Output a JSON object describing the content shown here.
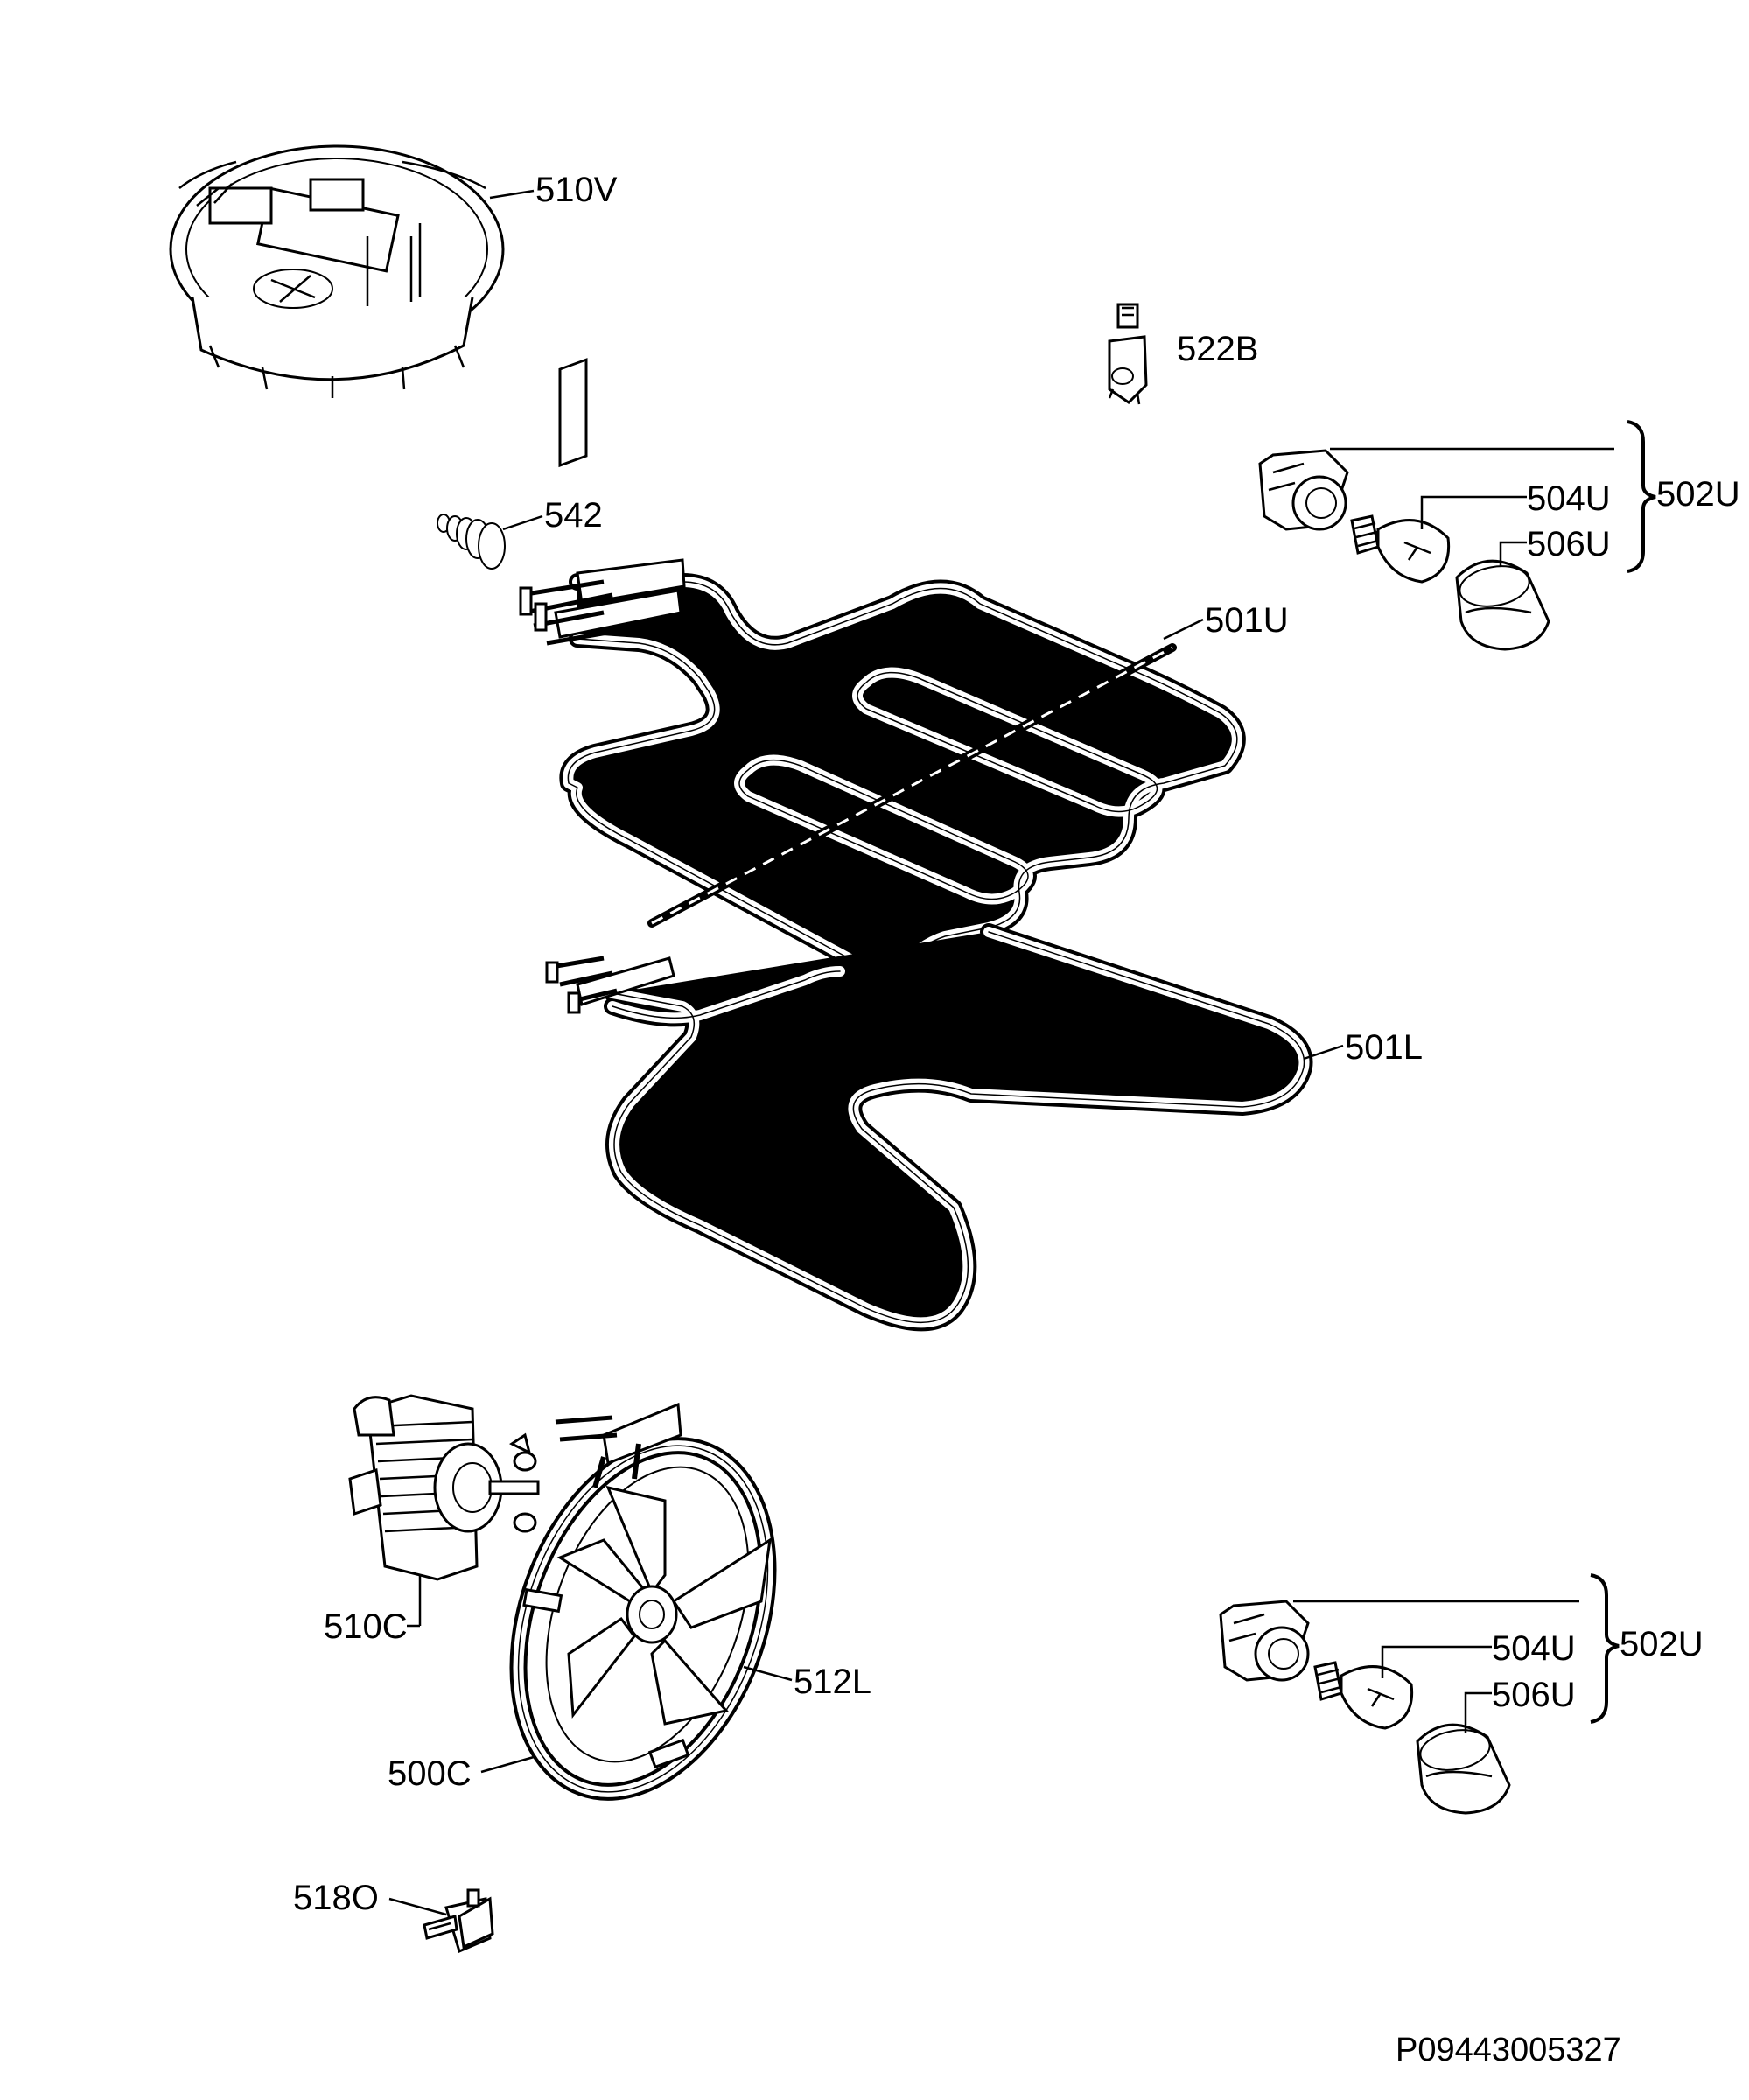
{
  "figure_code": "P09443005327",
  "labels": {
    "part_510V": "510V",
    "part_522B": "522B",
    "part_502U_top": "502U",
    "part_504U_top": "504U",
    "part_506U_top": "506U",
    "part_542": "542",
    "part_501U": "501U",
    "part_501L": "501L",
    "part_510C": "510C",
    "part_512L": "512L",
    "part_500C": "500C",
    "part_502U_bottom": "502U",
    "part_504U_bottom": "504U",
    "part_506U_bottom": "506U",
    "part_518O": "518O"
  },
  "colors": {
    "ink": "#000000",
    "paper": "#ffffff"
  }
}
